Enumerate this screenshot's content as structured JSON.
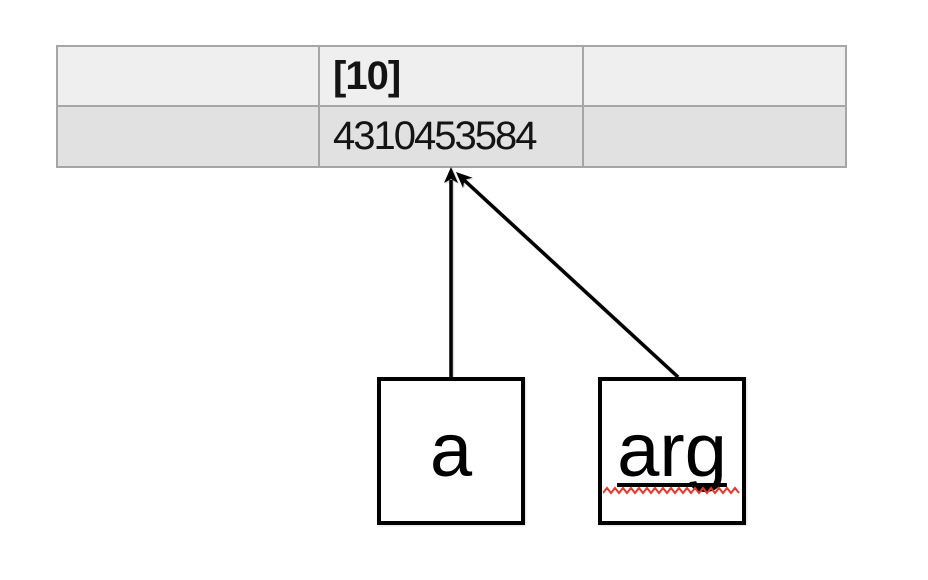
{
  "table": {
    "rows": [
      {
        "style": "header",
        "cells": [
          "",
          "[10]",
          ""
        ]
      },
      {
        "style": "value",
        "cells": [
          "",
          "4310453584",
          ""
        ]
      }
    ]
  },
  "boxes": [
    {
      "label": "a",
      "underlined": false,
      "spellcheck_squiggle": false
    },
    {
      "label": "arg",
      "underlined": true,
      "spellcheck_squiggle": true
    }
  ],
  "arrows": [
    {
      "name": "arrow-a-to-value",
      "from": "box-a",
      "to": "value-cell"
    },
    {
      "name": "arrow-arg-to-value",
      "from": "box-arg",
      "to": "value-cell"
    }
  ],
  "colors": {
    "table_border": "#a6a6a6",
    "header_row_bg": "#efefef",
    "value_row_bg": "#e1e1e1",
    "box_border": "#000000",
    "arrow": "#000000",
    "text": "#141414",
    "squiggle_red": "#e0392d",
    "background": "#ffffff"
  }
}
